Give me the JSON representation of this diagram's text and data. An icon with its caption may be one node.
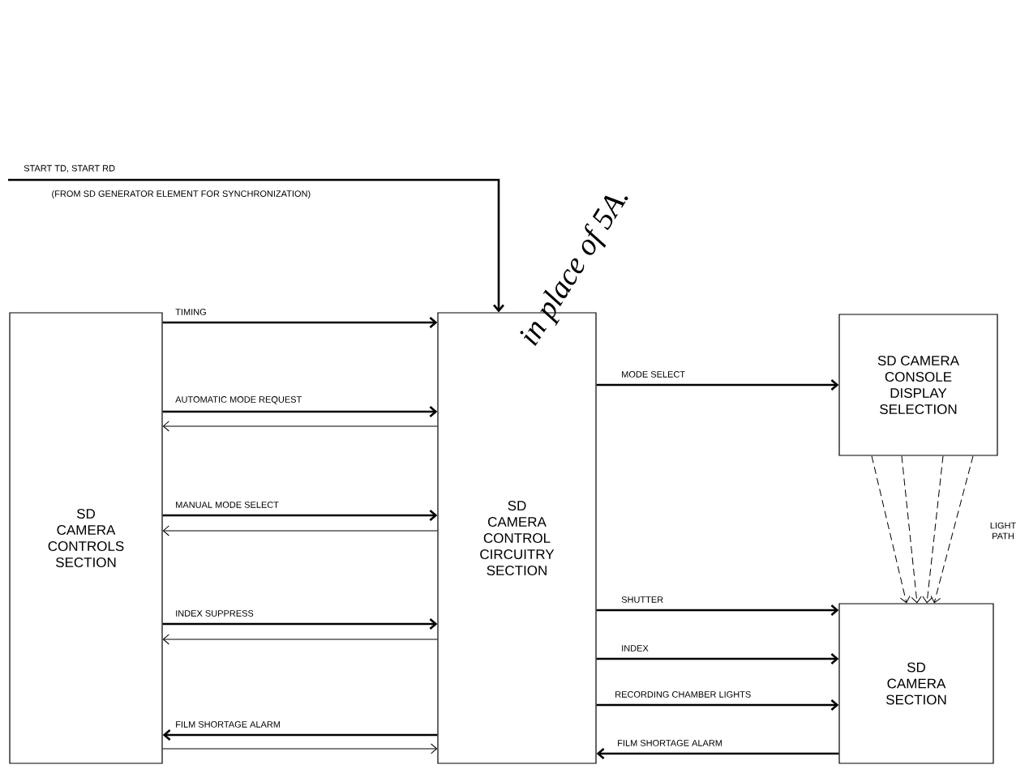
{
  "diagram": {
    "nodes": [
      {
        "text": [
          "SD CAMERA CONTROLS SECTION"
        ]
      },
      {
        "text": [
          "SD CAMERA CONTROL CIRCUITRY SECTION"
        ]
      },
      {
        "text": [
          "SD CAMERA CONSOLE DISPLAY SELECTION"
        ]
      },
      {
        "text": [
          "SD CAMERA SECTION"
        ]
      }
    ],
    "edges": [
      {
        "from": null,
        "to": 1,
        "arrow": "to",
        "label": "START TD, START RD"
      },
      {
        "from": 0,
        "to": 1,
        "arrow": "to",
        "label": "TIMING"
      },
      {
        "from": 0,
        "to": 1,
        "arrow": "to",
        "label": "AUTOMATIC MODE REQUEST"
      },
      {
        "from": 1,
        "to": 0,
        "arrow": "to"
      },
      {
        "from": 0,
        "to": 1,
        "arrow": "to",
        "label": "MANUAL MODE SELECT"
      },
      {
        "from": 1,
        "to": 0,
        "arrow": "to"
      },
      {
        "from": 0,
        "to": 1,
        "arrow": "to",
        "label": "INDEX SUPPRESS"
      },
      {
        "from": 1,
        "to": 0,
        "arrow": "to"
      },
      {
        "from": 1,
        "to": 0,
        "arrow": "to",
        "label": "FILM SHORTAGE ALARM"
      },
      {
        "from": 0,
        "to": 1,
        "arrow": "to"
      },
      {
        "from": 1,
        "to": 2,
        "arrow": "to",
        "label": "MODE SELECT"
      },
      {
        "from": 1,
        "to": 3,
        "arrow": "to",
        "label": "SHUTTER"
      },
      {
        "from": 1,
        "to": 3,
        "arrow": "to",
        "label": "INDEX"
      },
      {
        "from": 1,
        "to": 3,
        "arrow": "to",
        "label": "RECORDING CHAMBER LIGHTS"
      },
      {
        "from": 3,
        "to": 1,
        "arrow": "to",
        "label": "FILM SHORTAGE ALARM"
      },
      {
        "from": 2,
        "to": 3,
        "arrow": "to",
        "style": "dashed"
      },
      {
        "from": 2,
        "to": 3,
        "arrow": "to",
        "style": "dashed"
      },
      {
        "from": 2,
        "to": 3,
        "arrow": "to",
        "style": "dashed"
      },
      {
        "from": 2,
        "to": 3,
        "arrow": "to",
        "style": "dashed"
      }
    ],
    "labels": [
      "(FROM SD GENERATOR ELEMENT FOR SYNCHRONIZATION)",
      "in place of 5A.",
      "LIGHT PATH"
    ]
  }
}
